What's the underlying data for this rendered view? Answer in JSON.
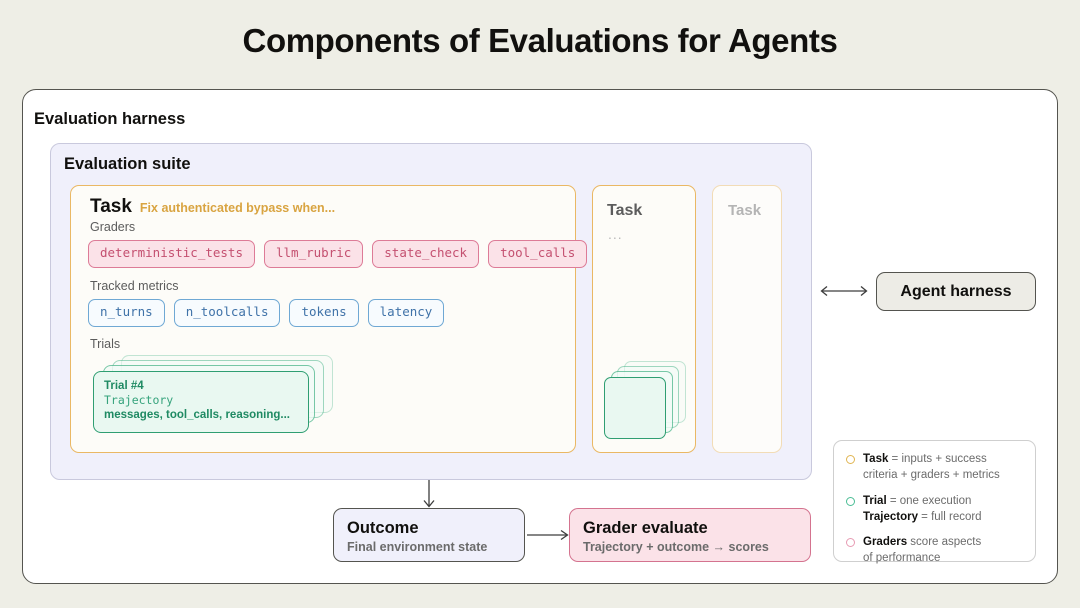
{
  "title": "Components of Evaluations for Agents",
  "harness": {
    "label": "Evaluation harness"
  },
  "suite": {
    "label": "Evaluation suite"
  },
  "task_main": {
    "title": "Task",
    "subtitle": "Fix authenticated bypass when...",
    "graders_label": "Graders",
    "graders": [
      "deterministic_tests",
      "llm_rubric",
      "state_check",
      "tool_calls"
    ],
    "metrics_label": "Tracked metrics",
    "metrics": [
      "n_turns",
      "n_toolcalls",
      "tokens",
      "latency"
    ],
    "trials_label": "Trials",
    "trial": {
      "number": "Trial #4",
      "trajectory_label": "Trajectory",
      "items": "messages, tool_calls, reasoning..."
    }
  },
  "task_secondary": {
    "title": "Task",
    "dots": "..."
  },
  "task_tertiary": {
    "title": "Task"
  },
  "agent": {
    "label": "Agent harness"
  },
  "outcome": {
    "title": "Outcome",
    "subtitle": "Final environment state"
  },
  "grader": {
    "title": "Grader evaluate",
    "subtitle": "Trajectory + outcome → scores"
  },
  "legend": {
    "items": [
      {
        "term": "Task",
        "rest": " = inputs + success",
        "line2": "criteria + graders + metrics"
      },
      {
        "term": "Trial",
        "rest": " = one execution",
        "term2": "Trajectory",
        "rest2": " = full record"
      },
      {
        "term": "Graders",
        "rest": " score aspects",
        "line2": "of performance"
      }
    ]
  },
  "colors": {
    "page_bg": "#eeeee6",
    "task_amber": "#eab864",
    "grader_pink": "#dd7b97",
    "metric_blue": "#6fa8d4",
    "trial_teal": "#2f9e72",
    "suite_lavender": "#f0f0fb"
  }
}
